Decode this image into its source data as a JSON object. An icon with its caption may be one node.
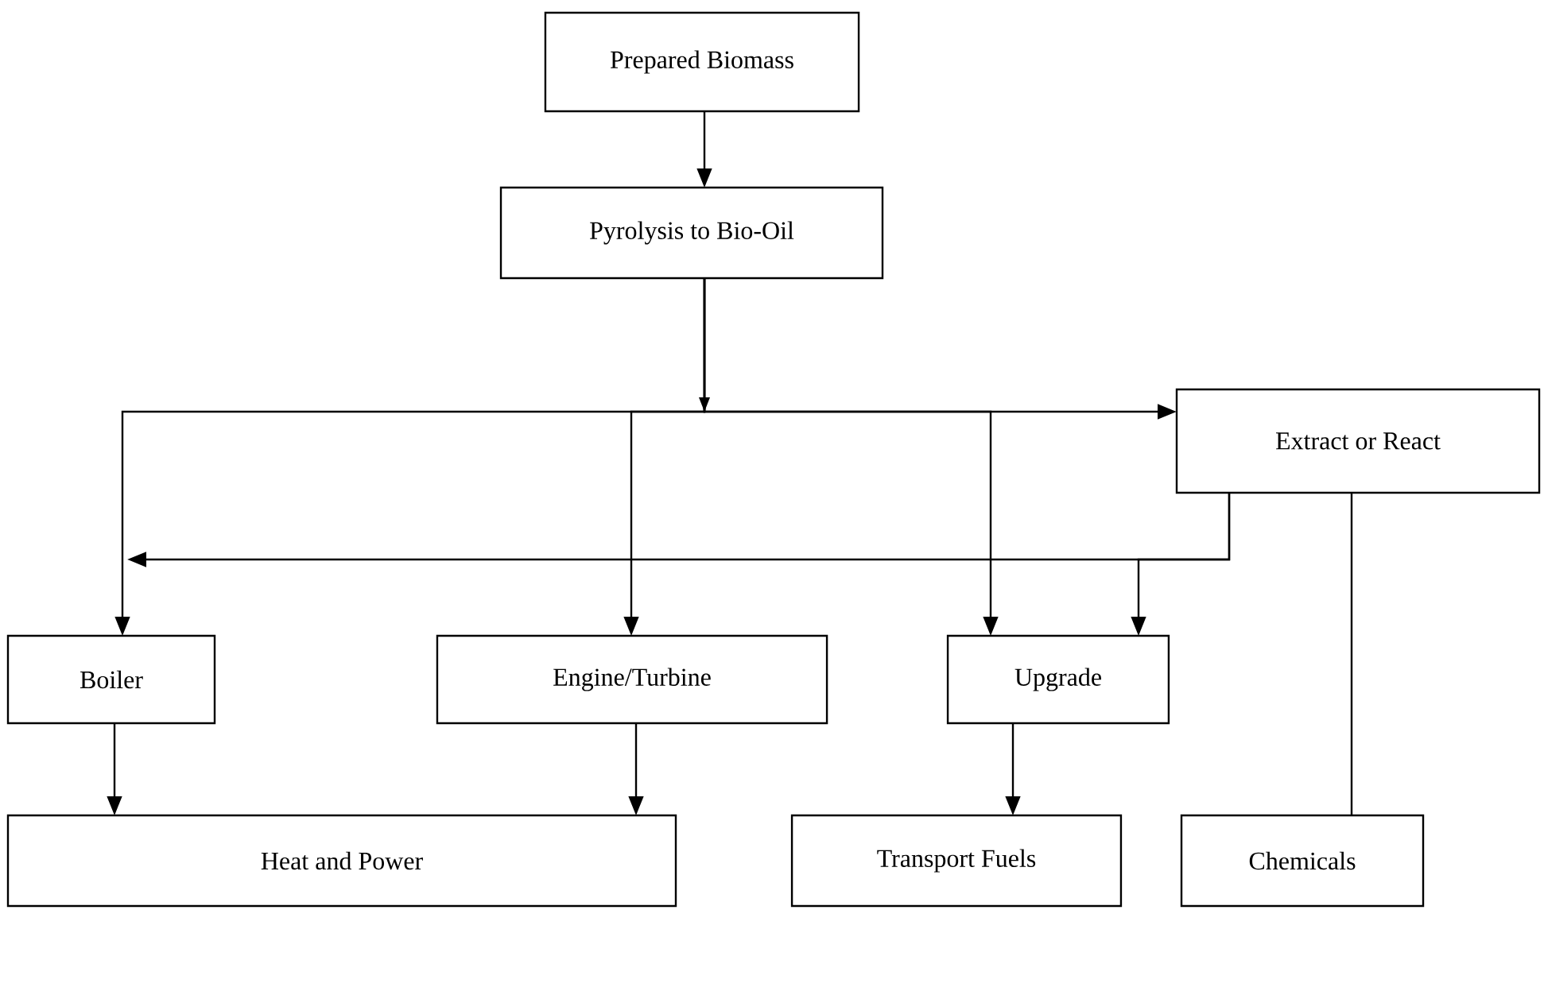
{
  "diagram": {
    "nodes": [
      {
        "text": [
          "Prepared Biomass"
        ]
      },
      {
        "text": [
          "Pyrolysis to Bio-Oil"
        ]
      },
      {
        "text": [
          "Extract or React"
        ]
      },
      {
        "text": [
          "Boiler"
        ]
      },
      {
        "text": [
          "Engine/Turbine"
        ]
      },
      {
        "text": [
          "Upgrade"
        ]
      },
      {
        "text": [
          "Heat and Power"
        ]
      },
      {
        "text": [
          "Transport Fuels"
        ]
      },
      {
        "text": [
          "Chemicals"
        ]
      }
    ],
    "edges": [
      {
        "from": 0,
        "to": 1,
        "arrow": "to"
      },
      {
        "from": 1,
        "to": 3,
        "arrow": "to"
      },
      {
        "from": 1,
        "to": 4,
        "arrow": "to"
      },
      {
        "from": 1,
        "to": 5,
        "arrow": "to"
      },
      {
        "from": 1,
        "to": 2,
        "arrow": "to"
      },
      {
        "from": 2,
        "to": null,
        "arrow": "to"
      },
      {
        "from": 2,
        "to": 5,
        "arrow": "to"
      },
      {
        "from": 2,
        "to": 8,
        "arrow": "none"
      },
      {
        "from": 3,
        "to": 6,
        "arrow": "to"
      },
      {
        "from": 4,
        "to": 6,
        "arrow": "to"
      },
      {
        "from": 5,
        "to": 7,
        "arrow": "to"
      }
    ]
  }
}
